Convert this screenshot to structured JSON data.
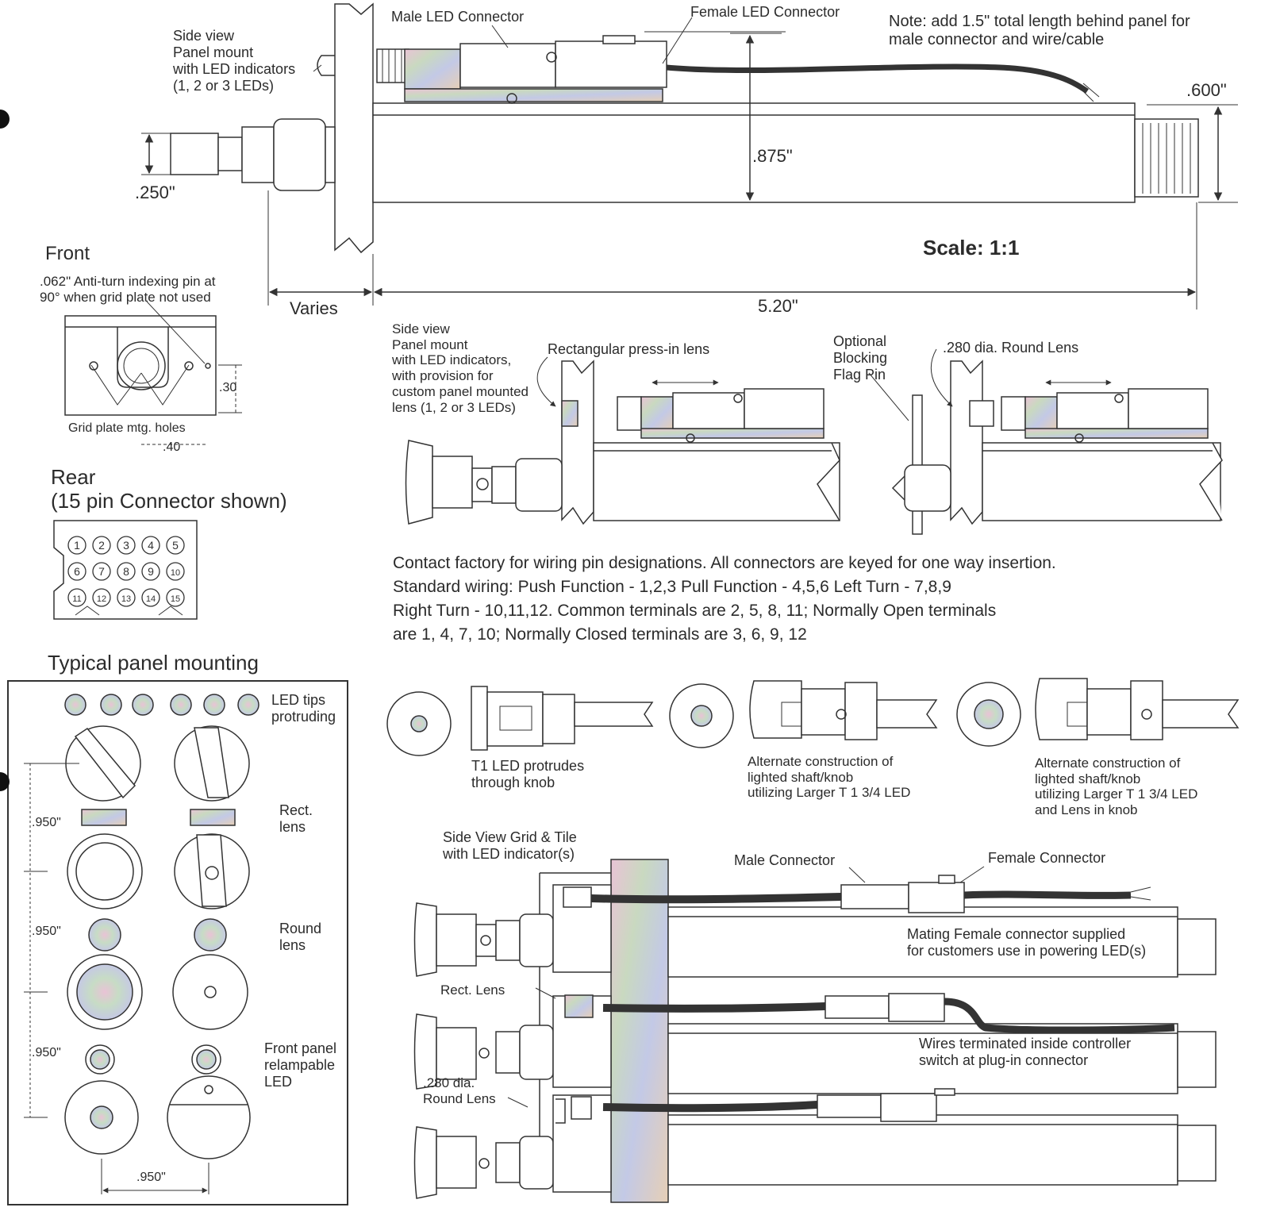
{
  "top_section": {
    "side_view_label": "Side view\nPanel mount\nwith LED indicators\n(1, 2 or 3 LEDs)",
    "male_connector": "Male LED Connector",
    "female_connector": "Female LED Connector",
    "note": "Note: add 1.5\" total length behind panel for\nmale connector and wire/cable",
    "dim_600": ".600\"",
    "dim_875": ".875\"",
    "dim_250": ".250\"",
    "scale": "Scale: 1:1",
    "dim_varies": "Varies",
    "dim_520": "5.20\""
  },
  "front_view": {
    "heading": "Front",
    "pin_note": ".062\" Anti-turn indexing pin at\n90° when grid plate not used",
    "grid_holes": "Grid plate mtg. holes",
    "dim_30": ".30",
    "dim_40": ".40"
  },
  "rear_view": {
    "heading": "Rear\n(15 pin Connector shown)",
    "pins": [
      "1",
      "2",
      "3",
      "4",
      "5",
      "6",
      "7",
      "8",
      "9",
      "10",
      "11",
      "12",
      "13",
      "14",
      "15"
    ]
  },
  "middle_section": {
    "side_view2_label": "Side view\nPanel mount\nwith LED indicators,\nwith provision for\ncustom panel mounted\nlens (1, 2 or 3 LEDs)",
    "rect_lens": "Rectangular press-in lens",
    "blocking_pin": "Optional\nBlocking\nFlag Pin",
    "round_lens": ".280 dia. Round Lens"
  },
  "wiring_text": {
    "line1": "Contact factory for wiring pin designations. All connectors are keyed for one way insertion.",
    "line2": "Standard wiring: Push Function - 1,2,3   Pull Function - 4,5,6 Left Turn - 7,8,9",
    "line3": "Right Turn - 10,11,12.  Common terminals are 2, 5, 8, 11; Normally Open terminals",
    "line4": "are 1, 4, 7, 10; Normally Closed terminals are 3, 6, 9, 12"
  },
  "knob_section": {
    "t1_caption": "T1 LED protrudes\nthrough knob",
    "alt1_caption": "Alternate construction of\nlighted shaft/knob\nutilizing Larger T 1 3/4 LED",
    "alt2_caption": "Alternate construction of\nlighted shaft/knob\nutilizing Larger T 1 3/4 LED\nand Lens in knob"
  },
  "panel_mounting": {
    "heading": "Typical panel mounting",
    "led_tips": "LED tips\nprotruding",
    "rect_lens": "Rect.\nlens",
    "round_lens": "Round\nlens",
    "relampable": "Front panel\nrelampable\nLED",
    "dim1": ".950\"",
    "dim2": ".950\"",
    "dim3": ".950\"",
    "dim_bottom": ".950\""
  },
  "grid_tile": {
    "heading": "Side View Grid & Tile\nwith LED indicator(s)",
    "male_connector": "Male Connector",
    "female_connector": "Female Connector",
    "mating_note": "Mating Female connector supplied\nfor customers use in powering LED(s)",
    "rect_lens": "Rect. Lens",
    "wires_note": "Wires terminated inside controller\nswitch at plug-in connector",
    "round_lens": ".280 dia.\nRound Lens"
  }
}
